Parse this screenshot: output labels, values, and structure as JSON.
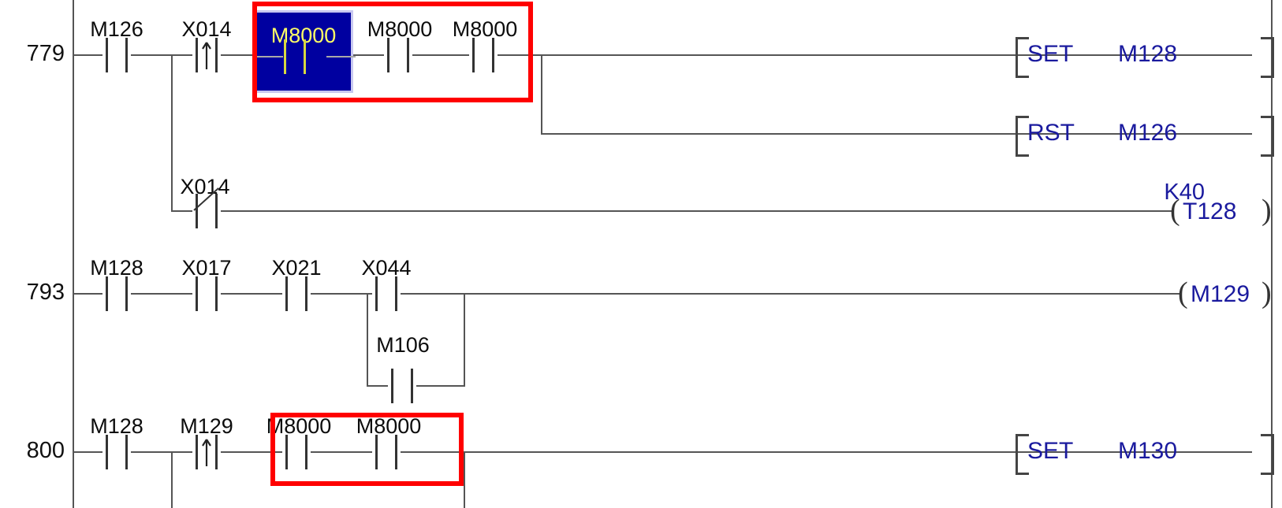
{
  "diagram": {
    "kind": "plc-ladder-logic",
    "rungs": [
      {
        "step": "779",
        "contacts": [
          {
            "label": "M126",
            "type": "no"
          },
          {
            "label": "X014",
            "type": "rising-edge"
          },
          {
            "label": "M8000",
            "type": "no",
            "selected": true
          },
          {
            "label": "M8000",
            "type": "no"
          },
          {
            "label": "M8000",
            "type": "no"
          }
        ],
        "outputs": [
          {
            "instruction": "SET",
            "operand": "M128"
          },
          {
            "instruction": "RST",
            "operand": "M126"
          }
        ],
        "branch": {
          "contacts": [
            {
              "label": "X014",
              "type": "nc"
            }
          ],
          "coil": {
            "operand": "T128",
            "preset": "K40"
          }
        }
      },
      {
        "step": "793",
        "contacts": [
          {
            "label": "M128",
            "type": "no"
          },
          {
            "label": "X017",
            "type": "no"
          },
          {
            "label": "X021",
            "type": "no"
          },
          {
            "label": "X044",
            "type": "no"
          }
        ],
        "parallel": [
          {
            "label": "M106",
            "type": "no"
          }
        ],
        "coil": {
          "operand": "M129"
        }
      },
      {
        "step": "800",
        "contacts": [
          {
            "label": "M128",
            "type": "no"
          },
          {
            "label": "M129",
            "type": "rising-edge"
          },
          {
            "label": "M8000",
            "type": "no"
          },
          {
            "label": "M8000",
            "type": "no"
          }
        ],
        "outputs": [
          {
            "instruction": "SET",
            "operand": "M130"
          }
        ]
      }
    ],
    "annotations": [
      {
        "name": "highlight-box-rung-779",
        "color": "#FF0000"
      },
      {
        "name": "highlight-box-rung-800",
        "color": "#FF0000"
      }
    ],
    "colors": {
      "annotation": "#FF0000",
      "selection_background": "#0000A0",
      "selection_text": "#FFFF66",
      "selection_border": "#C8C8F0",
      "operand_text": "#1A1A9E",
      "label_text": "#0C0C0C",
      "wire": "#555555"
    },
    "labels": {
      "step_779": "779",
      "step_793": "793",
      "step_800": "800",
      "r779_c1": "M126",
      "r779_c2": "X014",
      "r779_c3": "M8000",
      "r779_c4": "M8000",
      "r779_c5": "M8000",
      "r779_set": "SET",
      "r779_set_op": "M128",
      "r779_rst": "RST",
      "r779_rst_op": "M126",
      "r779_branch_c1": "X014",
      "r779_timer": "T128",
      "r779_timer_preset": "K40",
      "r793_c1": "M128",
      "r793_c2": "X017",
      "r793_c3": "X021",
      "r793_c4": "X044",
      "r793_par1": "M106",
      "r793_coil": "M129",
      "r800_c1": "M128",
      "r800_c2": "M129",
      "r800_c3": "M8000",
      "r800_c4": "M8000",
      "r800_set": "SET",
      "r800_set_op": "M130"
    }
  }
}
